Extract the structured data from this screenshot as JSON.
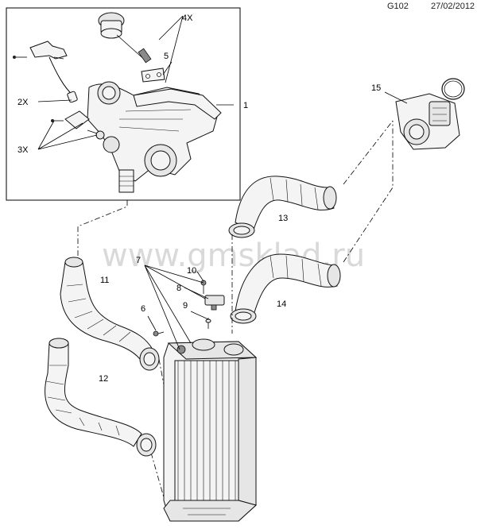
{
  "header": {
    "code": "G102",
    "date": "27/02/2012"
  },
  "watermark": "www.gmsklad.ru",
  "callouts": {
    "c1": "1",
    "c2": "2X",
    "c3": "3X",
    "c4": "4X",
    "c5": "5",
    "c6": "6",
    "c7": "7",
    "c8": "8",
    "c9": "9",
    "c10": "10",
    "c11": "11",
    "c12": "12",
    "c13": "13",
    "c14": "14",
    "c15": "15"
  }
}
